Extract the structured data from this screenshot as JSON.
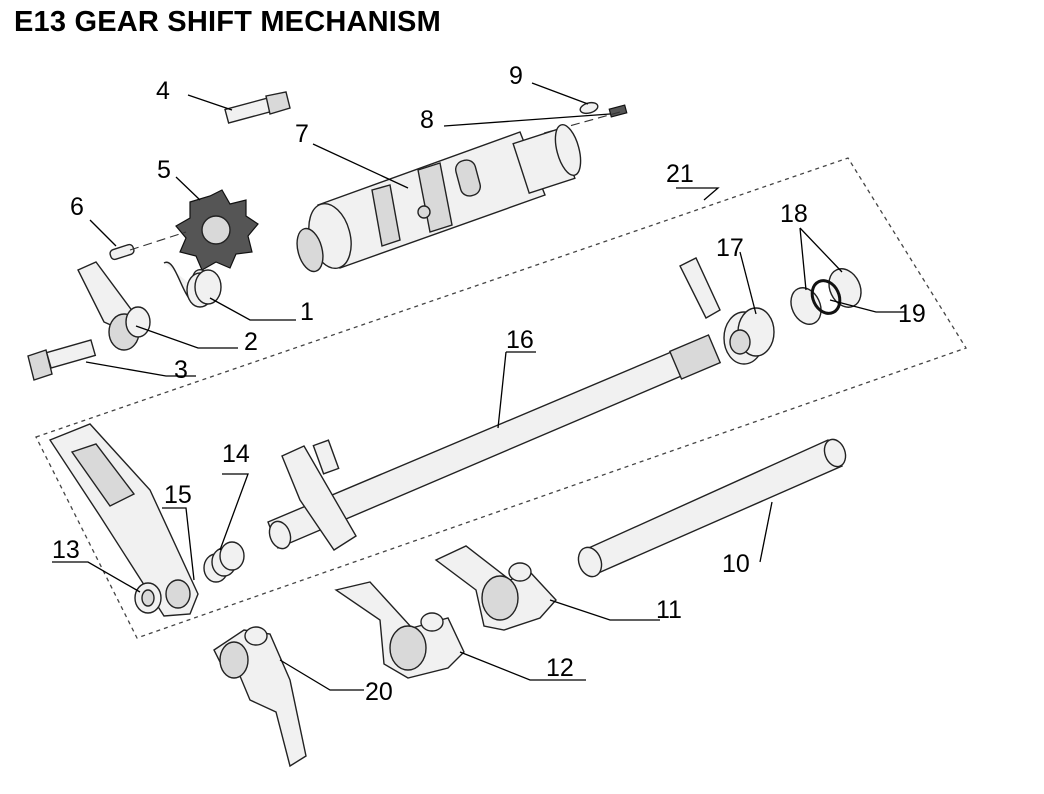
{
  "title": "E13 GEAR SHIFT MECHANISM",
  "callouts": {
    "c1": "1",
    "c2": "2",
    "c3": "3",
    "c4": "4",
    "c5": "5",
    "c6": "6",
    "c7": "7",
    "c8": "8",
    "c9": "9",
    "c10": "10",
    "c11": "11",
    "c12": "12",
    "c13": "13",
    "c14": "14",
    "c15": "15",
    "c16": "16",
    "c17": "17",
    "c18": "18",
    "c19": "19",
    "c20": "20",
    "c21": "21"
  }
}
